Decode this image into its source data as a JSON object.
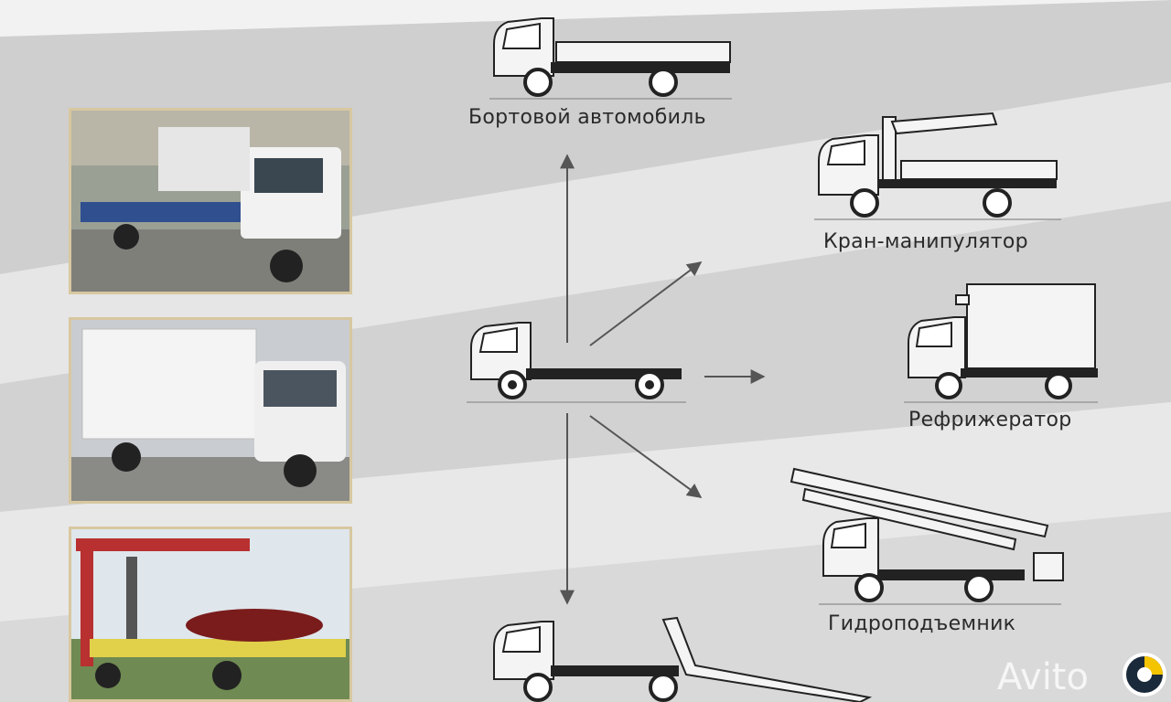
{
  "diagram": {
    "center_node": {
      "icon": "chassis-truck-icon"
    },
    "targets": [
      {
        "label": "Бортовой автомобиль",
        "icon": "flatbed-truck-icon"
      },
      {
        "label": "Кран-манипулятор",
        "icon": "crane-truck-icon"
      },
      {
        "label": "Рефрижератор",
        "icon": "refrigerator-truck-icon"
      },
      {
        "label": "Гидроподъемник",
        "icon": "aerial-lift-truck-icon"
      },
      {
        "label": "",
        "icon": "tow-truck-icon"
      }
    ]
  },
  "photos": [
    {
      "icon": "tow-truck-photo"
    },
    {
      "icon": "box-truck-photo"
    },
    {
      "icon": "crane-tow-truck-photo"
    }
  ],
  "watermark": {
    "text": "Avito",
    "icon": "avito-logo"
  },
  "colors": {
    "label": "#2a2a2a",
    "frame": "#d8c8a0",
    "arrow": "#555555"
  }
}
